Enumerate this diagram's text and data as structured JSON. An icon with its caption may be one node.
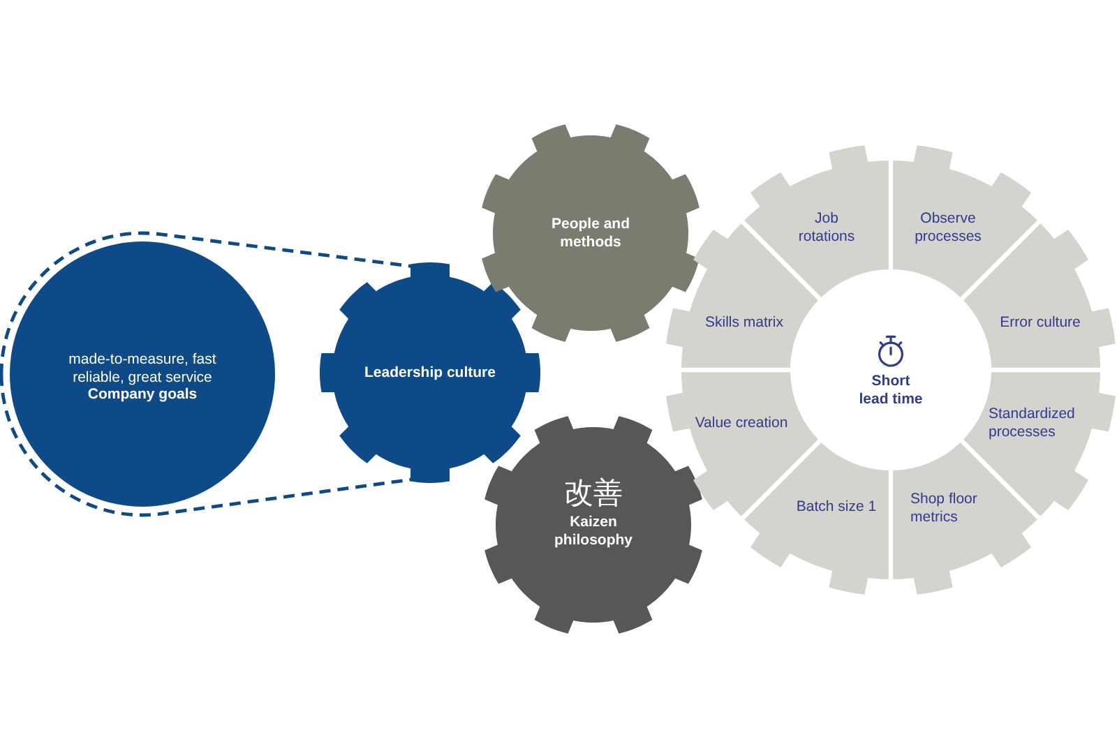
{
  "diagram": {
    "nodes": [
      {
        "text": [
          "made-to-measure, fast reliable, great service",
          "Company goals"
        ]
      },
      {
        "text": [
          "Leadership culture"
        ]
      },
      {
        "text": [
          "People and methods"
        ]
      },
      {
        "text": [
          "改善",
          "Kaizen philosophy"
        ]
      },
      {
        "text": [
          "Short lead time"
        ]
      },
      {
        "text": [
          "Job rotations"
        ]
      },
      {
        "text": [
          "Observe processes"
        ]
      },
      {
        "text": [
          "Error culture"
        ]
      },
      {
        "text": [
          "Standardized processes"
        ]
      },
      {
        "text": [
          "Shop floor metrics"
        ]
      },
      {
        "text": [
          "Batch size 1"
        ]
      },
      {
        "text": [
          "Value creation"
        ]
      },
      {
        "text": [
          "Skills matrix"
        ]
      }
    ],
    "edges": [
      {
        "from": 0,
        "to": 1,
        "arrow": "none",
        "style": "dashed"
      },
      {
        "from": 0,
        "to": 1,
        "arrow": "none",
        "style": "dashed"
      }
    ]
  }
}
